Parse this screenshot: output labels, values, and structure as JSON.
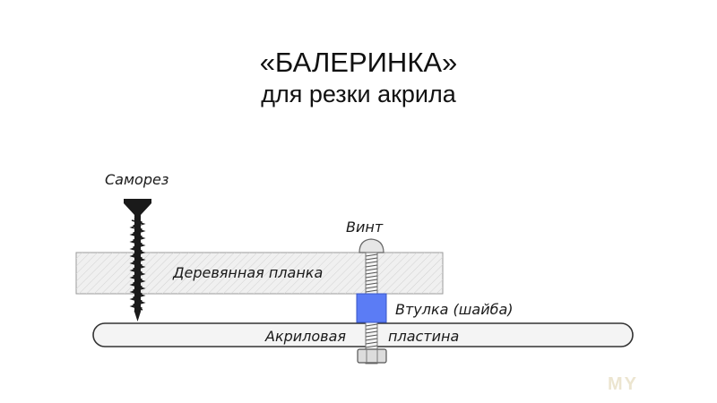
{
  "title": {
    "line1": "«БАЛЕРИНКА»",
    "line2": "для резки акрила"
  },
  "labels": {
    "screw": "Саморез",
    "bolt": "Винт",
    "plank": "Деревянная планка",
    "bushing": "Втулка (шайба)",
    "plate_left": "Акриловая",
    "plate_right": "пластина"
  },
  "watermark": "MY",
  "colors": {
    "bushing": "#5b7cf5",
    "plank_fill": "#efefef",
    "plate_fill": "#f3f3f3",
    "outline": "#333333"
  }
}
